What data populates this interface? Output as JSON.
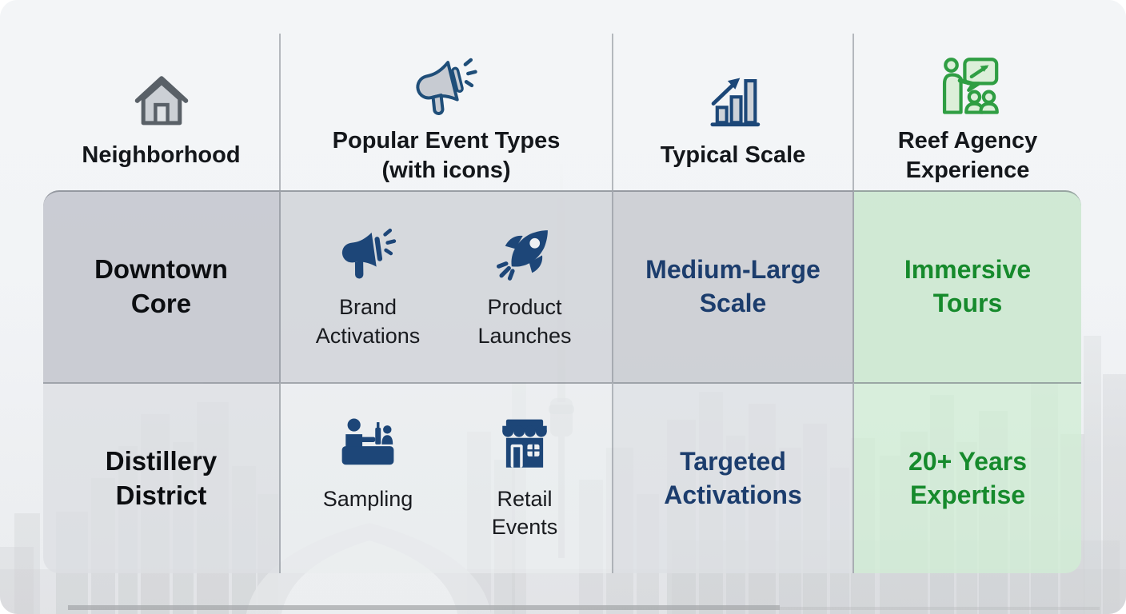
{
  "colors": {
    "accent_blue_text": "#1c3d6d",
    "icon_blue": "#1d4678",
    "accent_green_text": "#168a2c",
    "icon_green": "#2f9e43",
    "green_cell_bg": "#d3eed7",
    "gray_cell_bg": "#c9ccd2"
  },
  "table": {
    "headers": [
      {
        "label": "Neighborhood",
        "icon": "house-icon"
      },
      {
        "label": "Popular Event Types\n(with icons)",
        "icon": "megaphone-outline-icon"
      },
      {
        "label": "Typical Scale",
        "icon": "growth-chart-icon"
      },
      {
        "label": "Reef Agency\nExperience",
        "icon": "presenter-audience-icon"
      }
    ],
    "rows": [
      {
        "neighborhood": "Downtown\nCore",
        "event_types": [
          {
            "label": "Brand\nActivations",
            "icon": "megaphone-icon"
          },
          {
            "label": "Product\nLaunches",
            "icon": "rocket-icon"
          }
        ],
        "typical_scale": "Medium-Large\nScale",
        "reef_experience": "Immersive\nTours"
      },
      {
        "neighborhood": "Distillery\nDistrict",
        "event_types": [
          {
            "label": "Sampling",
            "icon": "sampling-counter-icon"
          },
          {
            "label": "Retail\nEvents",
            "icon": "storefront-icon"
          }
        ],
        "typical_scale": "Targeted\nActivations",
        "reef_experience": "20+ Years\nExpertise"
      }
    ]
  }
}
